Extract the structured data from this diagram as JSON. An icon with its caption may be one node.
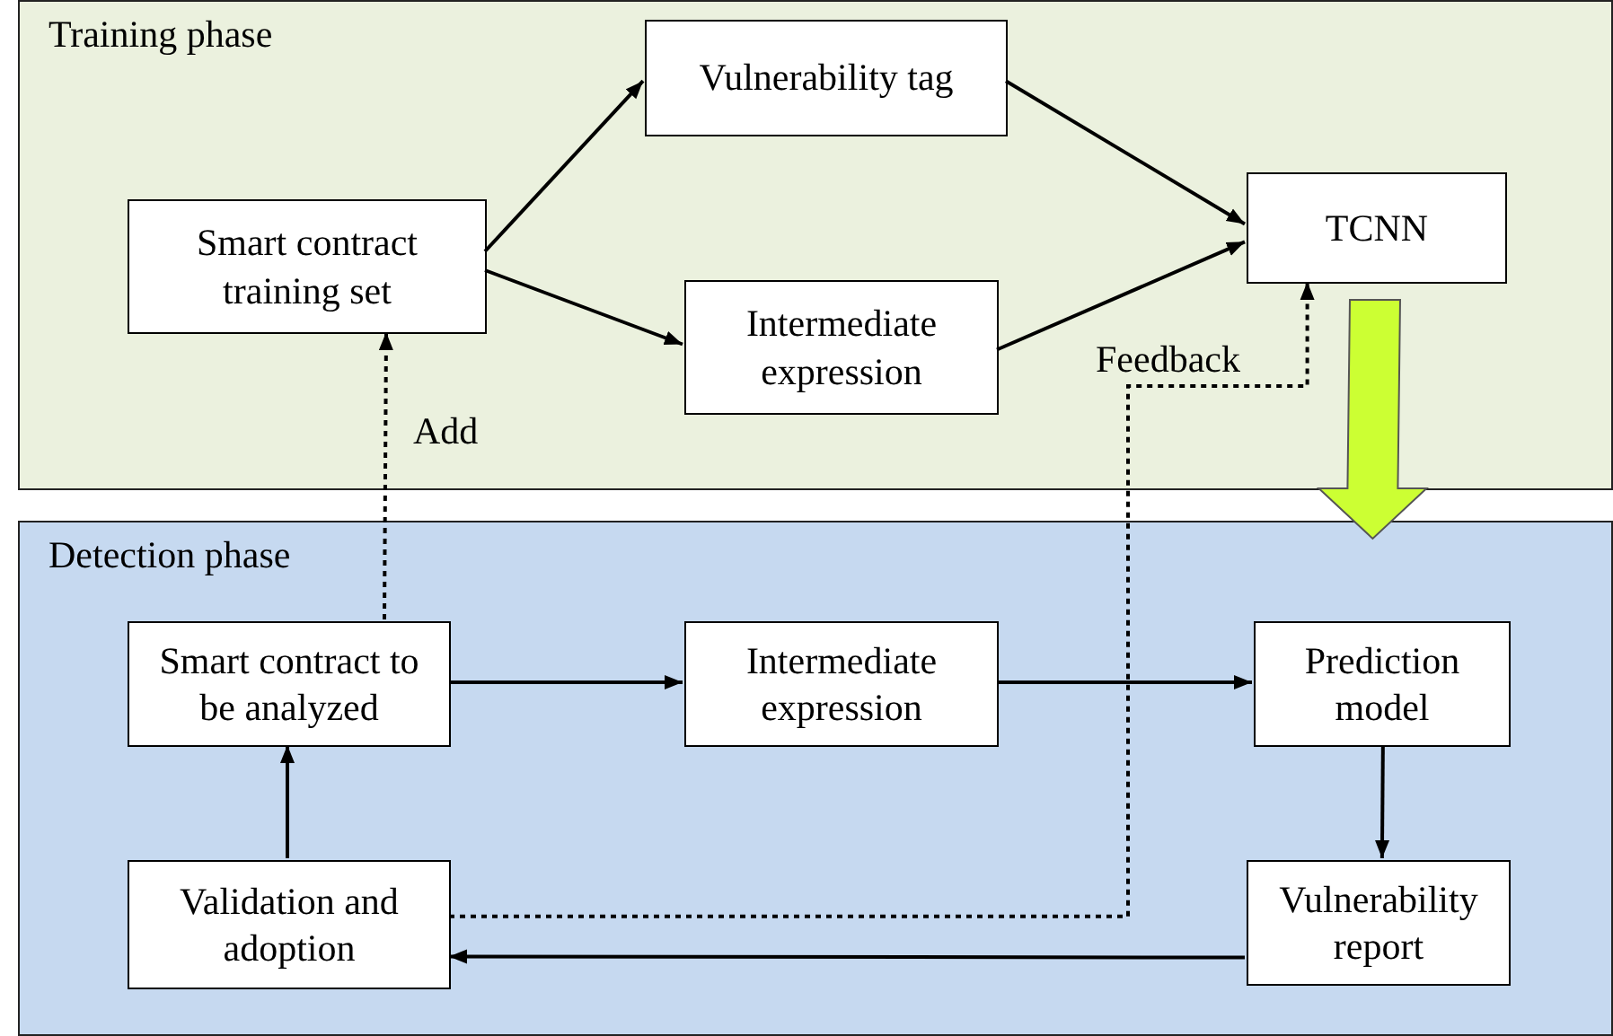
{
  "diagram": {
    "nodes": [
      {
        "text": [
          "Training phase"
        ]
      },
      {
        "text": [
          "Smart contract training set"
        ],
        "in": 0
      },
      {
        "text": [
          "Vulnerability tag"
        ],
        "in": 0
      },
      {
        "text": [
          "Intermediate expression"
        ],
        "in": 0
      },
      {
        "text": [
          "TCNN"
        ],
        "in": 0
      },
      {
        "text": [
          "Detection phase"
        ]
      },
      {
        "text": [
          "Smart contract to be analyzed"
        ],
        "in": 5
      },
      {
        "text": [
          "Intermediate expression"
        ],
        "in": 5
      },
      {
        "text": [
          "Prediction model"
        ],
        "in": 5
      },
      {
        "text": [
          "Vulnerability report"
        ],
        "in": 5
      },
      {
        "text": [
          "Validation and adoption"
        ],
        "in": 5
      }
    ],
    "edges": [
      {
        "from": 1,
        "to": 2,
        "arrow": "to"
      },
      {
        "from": 1,
        "to": 3,
        "arrow": "to"
      },
      {
        "from": 2,
        "to": 4,
        "arrow": "to"
      },
      {
        "from": 3,
        "to": 4,
        "arrow": "to"
      },
      {
        "from": 6,
        "to": 1,
        "arrow": "to",
        "label": "Add",
        "style": "dashed"
      },
      {
        "from": 10,
        "to": 4,
        "arrow": "to",
        "label": "Feedback",
        "style": "dashed"
      },
      {
        "from": 4,
        "to": 8,
        "arrow": "to",
        "style": "thick",
        "color": "#ccff33"
      },
      {
        "from": 6,
        "to": 7,
        "arrow": "to"
      },
      {
        "from": 7,
        "to": 8,
        "arrow": "to"
      },
      {
        "from": 8,
        "to": 9,
        "arrow": "to"
      },
      {
        "from": 9,
        "to": 10,
        "arrow": "to"
      },
      {
        "from": 10,
        "to": 6,
        "arrow": "to"
      }
    ]
  }
}
